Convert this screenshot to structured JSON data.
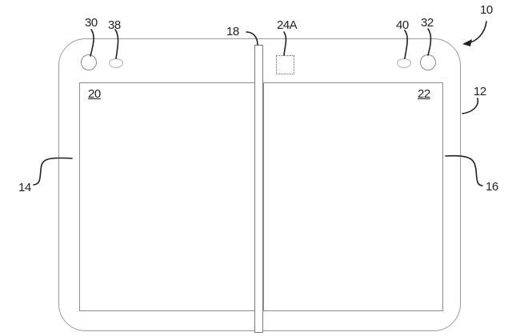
{
  "figure": {
    "type": "patent-line-drawing",
    "subject": "dual-display foldable device (front view)"
  },
  "reference_numerals": {
    "device": "10",
    "housing": "12",
    "left_housing_side": "14",
    "right_housing_side": "16",
    "hinge": "18",
    "left_display": "20",
    "right_display": "22",
    "component_24a": "24A",
    "left_camera": "30",
    "right_camera": "32",
    "left_sensor": "38",
    "right_sensor": "40"
  },
  "colors": {
    "outline": "#9a9a9a",
    "leader_line": "#222222",
    "label_text": "#222222",
    "background": "#ffffff"
  }
}
